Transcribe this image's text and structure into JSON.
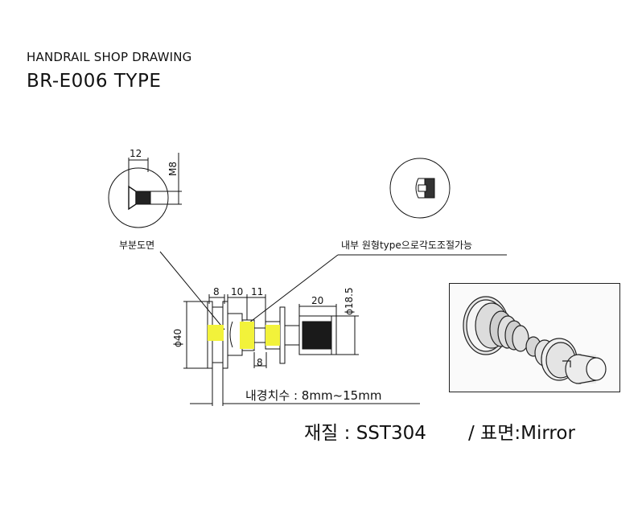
{
  "header": {
    "subtitle": "HANDRAIL SHOP DRAWING",
    "title": "BR-E006 TYPE"
  },
  "detail_left": {
    "dim_width": "12",
    "dim_thread": "M8",
    "caption": "부분도면"
  },
  "detail_right": {
    "caption": "내부 원형type으로각도조절가능"
  },
  "main_drawing": {
    "dim_8_top": "8",
    "dim_10": "10",
    "dim_11": "11",
    "dim_20": "20",
    "dim_d185": "ϕ18.5",
    "dim_d40": "ϕ40",
    "dim_8_bottom": "8",
    "glass_thickness": "내경치수 : 8mm~15mm"
  },
  "spec": {
    "material": "재질 : SST304",
    "finish": "/ 표면:Mirror"
  },
  "colors": {
    "highlight": "#f2f23a",
    "line": "#111111"
  }
}
